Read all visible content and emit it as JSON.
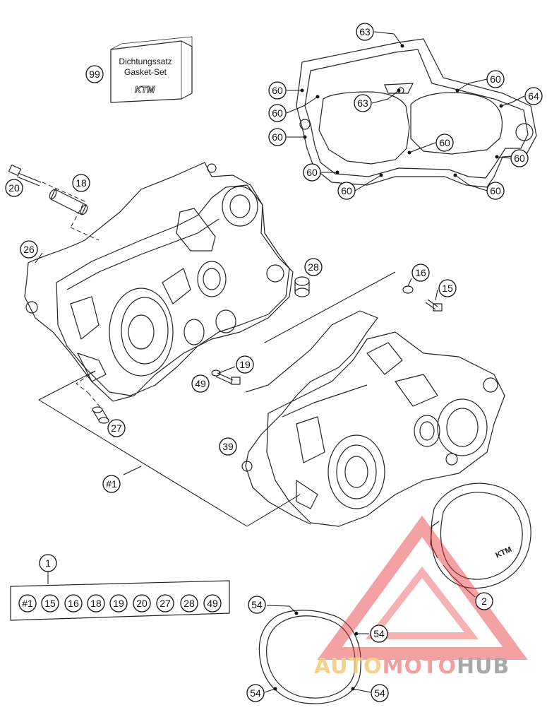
{
  "gasket_set_box": {
    "line1": "Dichtungssatz",
    "line2": "Gasket-Set",
    "brand": "KTM"
  },
  "callouts": [
    {
      "id": "c99",
      "label": "99"
    },
    {
      "id": "c63a",
      "label": "63"
    },
    {
      "id": "c63b",
      "label": "63"
    },
    {
      "id": "c60a",
      "label": "60"
    },
    {
      "id": "c60b",
      "label": "60"
    },
    {
      "id": "c60c",
      "label": "60"
    },
    {
      "id": "c60d",
      "label": "60"
    },
    {
      "id": "c60e",
      "label": "60"
    },
    {
      "id": "c60f",
      "label": "60"
    },
    {
      "id": "c60g",
      "label": "60"
    },
    {
      "id": "c60h",
      "label": "60"
    },
    {
      "id": "c60i",
      "label": "60"
    },
    {
      "id": "c64",
      "label": "64"
    },
    {
      "id": "c20",
      "label": "20"
    },
    {
      "id": "c18",
      "label": "18"
    },
    {
      "id": "c26",
      "label": "26"
    },
    {
      "id": "c28",
      "label": "28"
    },
    {
      "id": "c16",
      "label": "16"
    },
    {
      "id": "c15",
      "label": "15"
    },
    {
      "id": "c19",
      "label": "19"
    },
    {
      "id": "c49",
      "label": "49"
    },
    {
      "id": "c27",
      "label": "27"
    },
    {
      "id": "c39",
      "label": "39"
    },
    {
      "id": "c1set",
      "label": "#1"
    },
    {
      "id": "c1",
      "label": "1"
    },
    {
      "id": "c2",
      "label": "2"
    },
    {
      "id": "c54a",
      "label": "54"
    },
    {
      "id": "c54b",
      "label": "54"
    },
    {
      "id": "c54c",
      "label": "54"
    },
    {
      "id": "c54d",
      "label": "54"
    }
  ],
  "kit_contents": [
    "#1",
    "15",
    "16",
    "18",
    "19",
    "20",
    "27",
    "28",
    "49"
  ],
  "cover_logo": "KTM",
  "watermark": {
    "part1": "AUTO",
    "part2": "MOTO",
    "part3": "HUB",
    "colors": {
      "auto": "#f5c87a",
      "moto": "#f08f8f",
      "hub": "#9a9a9a",
      "triangle": "#e8353a"
    }
  }
}
